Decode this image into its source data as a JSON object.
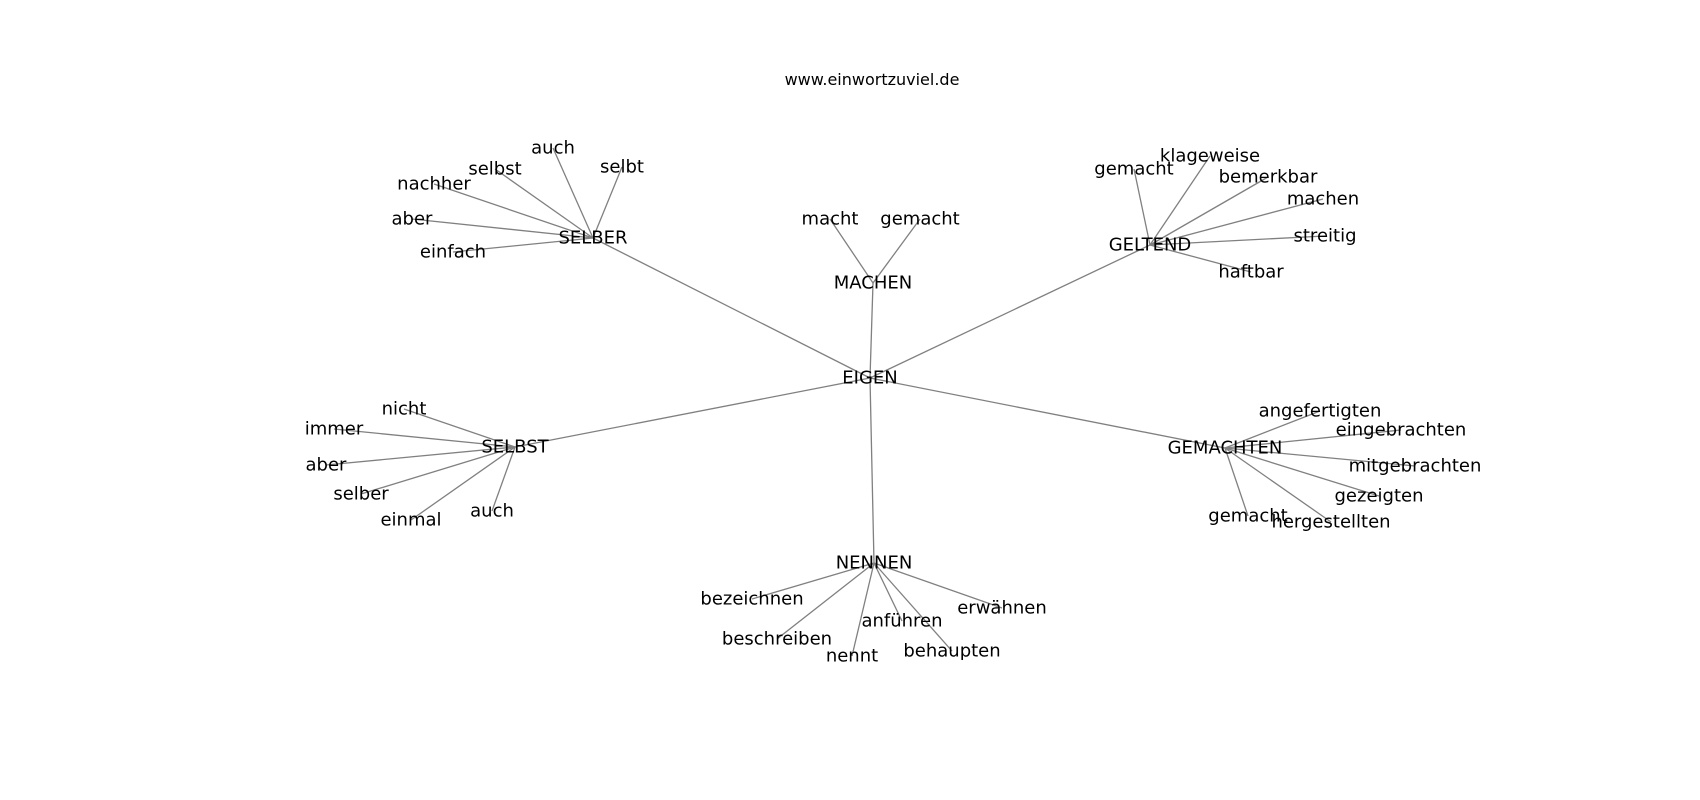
{
  "site_title": "www.einwortzuviel.de",
  "colors": {
    "edge": "#808080",
    "text": "#000000",
    "background": "#ffffff"
  },
  "graph": {
    "root": "EIGEN",
    "clusters": [
      {
        "hub": "SELBER",
        "leaves": [
          "auch",
          "selbt",
          "selbst",
          "nachher",
          "aber",
          "einfach"
        ]
      },
      {
        "hub": "MACHEN",
        "leaves": [
          "macht",
          "gemacht"
        ]
      },
      {
        "hub": "GELTEND",
        "leaves": [
          "klageweise",
          "gemacht",
          "bemerkbar",
          "machen",
          "streitig",
          "haftbar"
        ]
      },
      {
        "hub": "SELBST",
        "leaves": [
          "nicht",
          "immer",
          "aber",
          "selber",
          "einmal",
          "auch"
        ]
      },
      {
        "hub": "GEMACHTEN",
        "leaves": [
          "angefertigten",
          "eingebrachten",
          "mitgebrachten",
          "gezeigten",
          "hergestellten",
          "gemacht"
        ]
      },
      {
        "hub": "NENNEN",
        "leaves": [
          "bezeichnen",
          "beschreiben",
          "nennt",
          "anführen",
          "behaupten",
          "erwähnen"
        ]
      }
    ]
  }
}
